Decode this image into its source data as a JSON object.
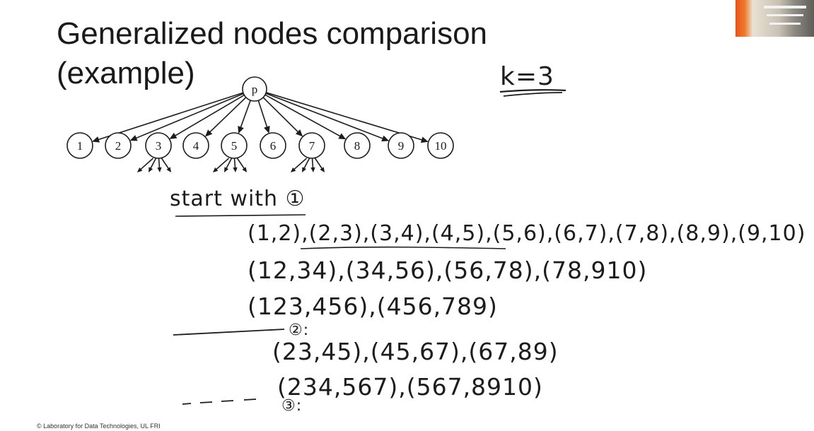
{
  "slide": {
    "title_line1": "Generalized nodes comparison",
    "title_line2": "(example)",
    "footer": "© Laboratory for Data Technologies, UL FRI"
  },
  "tree": {
    "root": "p",
    "children": [
      "1",
      "2",
      "3",
      "4",
      "5",
      "6",
      "7",
      "8",
      "9",
      "10"
    ]
  },
  "notes": {
    "k": "k=3",
    "start": "start with ①",
    "pairs_1": "(1,2),(2,3),(3,4),(4,5),(5,6),(6,7),(7,8),(8,9),(9,10)",
    "pairs_2": "(12,34),(34,56),(56,78),(78,910)",
    "pairs_3": "(123,456),(456,789)",
    "step2": "②:",
    "pairs_4": "(23,45),(45,67),(67,89)",
    "pairs_5": "(234,567),(567,8910)",
    "step3": "③:"
  },
  "colors": {
    "ink": "#1c1c1c",
    "webcam_accent": "#e9531c"
  }
}
